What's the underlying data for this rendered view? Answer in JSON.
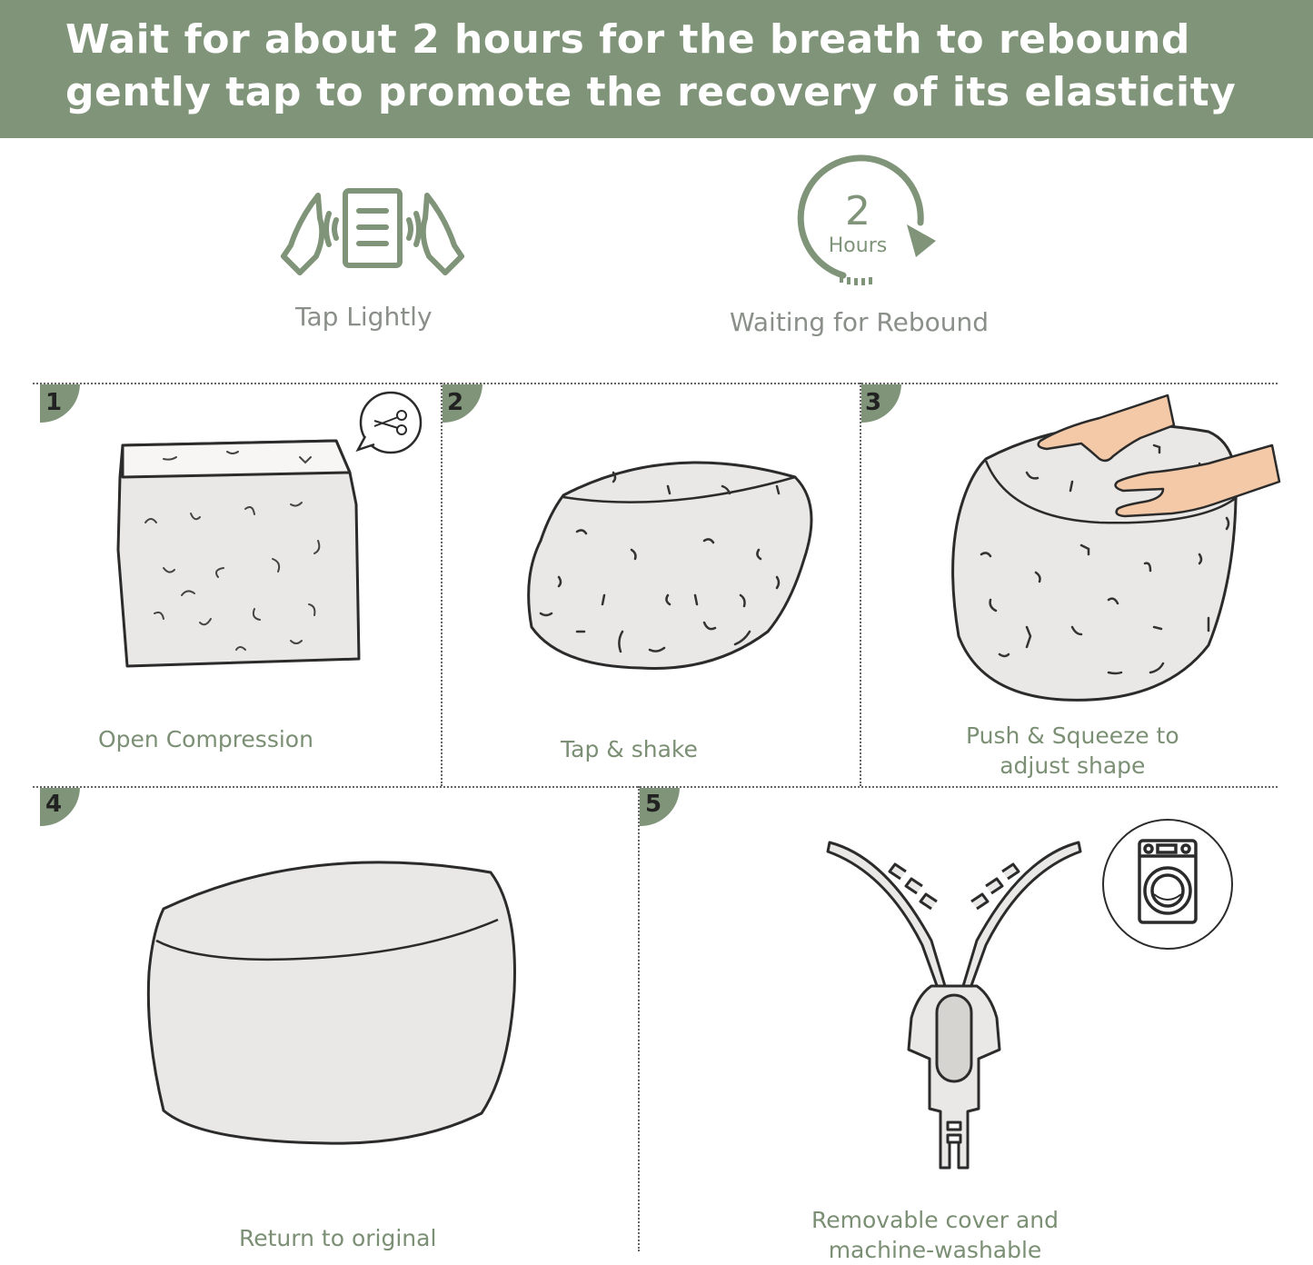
{
  "banner": {
    "line1": "Wait for about 2 hours for the breath to rebound",
    "line2": "gently tap to promote the recovery of its elasticity"
  },
  "features": [
    {
      "label": "Tap Lightly",
      "icon": "hands-tap-icon"
    },
    {
      "label": "Waiting for Rebound",
      "icon": "clock-rebound-icon",
      "clock_number": "2",
      "clock_unit": "Hours"
    }
  ],
  "steps": [
    {
      "number": "1",
      "label": "Open Compression"
    },
    {
      "number": "2",
      "label": "Tap & shake"
    },
    {
      "number": "3",
      "label_line1": "Push & Squeeze to",
      "label_line2": "adjust shape"
    },
    {
      "number": "4",
      "label": "Return to original"
    },
    {
      "number": "5",
      "label_line1": "Removable cover and",
      "label_line2": "machine-washable"
    }
  ],
  "colors": {
    "accent": "#7f9478",
    "label_green": "#7b8f74",
    "label_gray": "#8a8f89",
    "fill_gray": "#e9e8e6",
    "outline": "#2b2b2b"
  }
}
